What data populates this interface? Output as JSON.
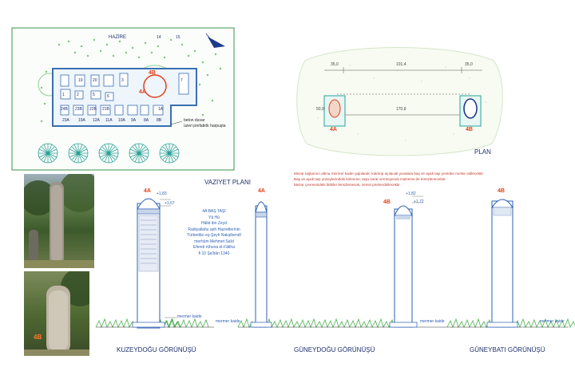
{
  "site_plan": {
    "title": "VAZİYET PLANI",
    "hazire_label": "HAZİRE",
    "grave_numbers": [
      "14",
      "15",
      "19",
      "20",
      "3",
      "4A",
      "4B",
      "7",
      "6",
      "5",
      "24B",
      "23B",
      "22B",
      "21B",
      "1",
      "2",
      "23A",
      "19A",
      "12A",
      "11A",
      "10A",
      "9A",
      "8A",
      "8B",
      "1A"
    ],
    "wall_note_line1": "beton duvar",
    "wall_note_line2": "üzeri prefabrik harpuşta"
  },
  "plan_view": {
    "title": "PLAN",
    "dims": {
      "left": "35,0",
      "middle": "101,4",
      "right": "35,0",
      "spacing": "170,8",
      "height": "50,0"
    },
    "stone_a": "4A",
    "stone_b": "4B"
  },
  "notes": {
    "line1": "Mezar taşlarının altına mermer kaide yapılarak, kaldırıp açılacak yuvalara baş ve ayak taşı yeniden monte edilecektir.",
    "line2": "Baş ve ayak taşı yüzeylerindeki kirlenme, taşa zarar vermeyecek malzeme ile temizlenecektir.",
    "line3": "Mezar çevresindeki bitkiler temizlenecek, zemin pirelendirilecektir."
  },
  "photos": {
    "label_b": "4B"
  },
  "inscription": {
    "lines": [
      "4A BAŞ TAŞI",
      "Yâ Hû",
      "Hâlid ibn Zeyd",
      "Radiyallahu anh Hazretlerinin",
      "Türbedârı eş-Şeyh Nakşibendî",
      "merhûm Mehmet Saîd",
      "Efendi rûhuna el-Fâtiha",
      "fi 10 Şa'bân 1340"
    ]
  },
  "elevations": [
    {
      "title": "KUZEYDOĞU GÖRÜNÜŞÜ",
      "stone_a": "4A",
      "dim_top": "+1,83",
      "dim_second": "+1,67",
      "base_label": "mermer kaide"
    },
    {
      "title": "GÜNEYDOĞU GÖRÜNÜŞÜ",
      "stone_a": "4A",
      "stone_b": "4B",
      "dim_top": "+1,82",
      "dim_second": "+1,72",
      "base_label_left": "mermer kaide",
      "base_label_right": "mermer kaide"
    },
    {
      "title": "GÜNEYBATI GÖRÜNÜŞÜ",
      "stone_b": "4B",
      "base_label": "mermer kaide"
    }
  ],
  "colors": {
    "navy": "#1e2f6e",
    "accent_red": "#e0401a",
    "teal": "#2aa198",
    "grass": "#4caf50",
    "stone_blue": "#3b6fc4"
  }
}
